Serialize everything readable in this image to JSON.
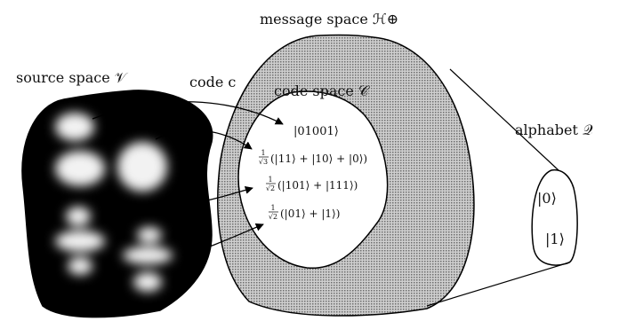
{
  "labels": {
    "source_space": "source space 𝒱",
    "code": "code c",
    "message_space": "message space ℋ⊕",
    "code_space": "code space 𝒞",
    "alphabet": "alphabet 𝒬"
  },
  "codewords": [
    {
      "id": "cw1",
      "text": "|01001⟩"
    },
    {
      "id": "cw2",
      "prefix_num": "1",
      "prefix_den": "√3",
      "text": "(|11⟩ + |10⟩ + |0⟩)"
    },
    {
      "id": "cw3",
      "prefix_num": "1",
      "prefix_den": "√2",
      "text": "(|101⟩ + |111⟩)"
    },
    {
      "id": "cw4",
      "prefix_num": "1",
      "prefix_den": "√2",
      "text": "(|01⟩ + |1⟩)"
    }
  ],
  "alphabet_symbols": [
    "|0⟩",
    "|1⟩"
  ],
  "colors": {
    "source_fill": "#000000",
    "message_fill": "#c8c8c8",
    "code_fill": "#ffffff",
    "stroke": "#000000"
  }
}
